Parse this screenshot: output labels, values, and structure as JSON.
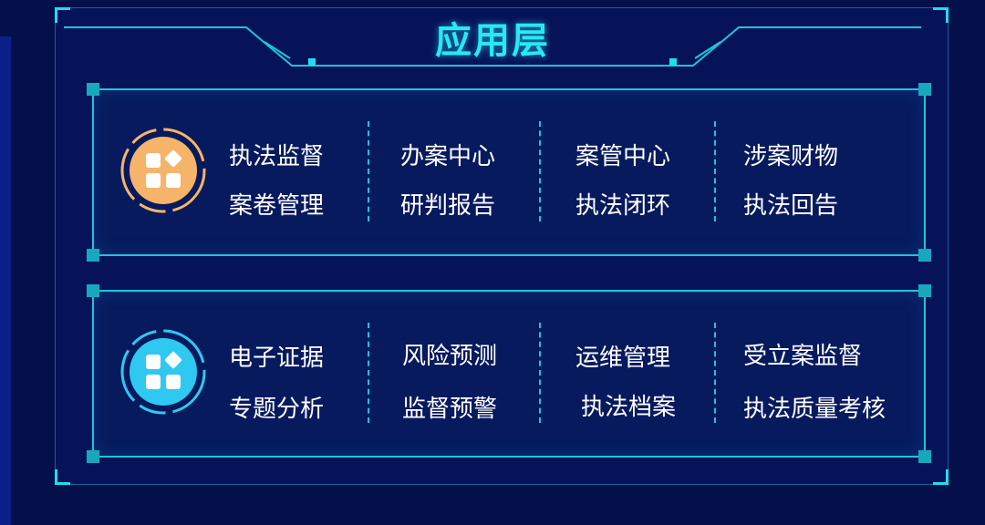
{
  "title": "应用层",
  "colors": {
    "accent": "#1fc4d8",
    "orange": "#f6b46a",
    "cyan": "#2ec8f0",
    "background": "#04104a"
  },
  "panels": [
    {
      "icon": "apps-grid-icon",
      "badge_color": "#f6b46a",
      "items": [
        [
          "执法监督",
          "案卷管理"
        ],
        [
          "办案中心",
          "研判报告"
        ],
        [
          "案管中心",
          "执法闭环"
        ],
        [
          "涉案财物",
          "执法回告"
        ]
      ]
    },
    {
      "icon": "apps-grid-icon",
      "badge_color": "#2ec8f0",
      "items": [
        [
          "电子证据",
          "专题分析"
        ],
        [
          "风险预测",
          "监督预警"
        ],
        [
          "运维管理",
          "执法档案"
        ],
        [
          "受立案监督",
          "执法质量考核"
        ]
      ]
    }
  ]
}
